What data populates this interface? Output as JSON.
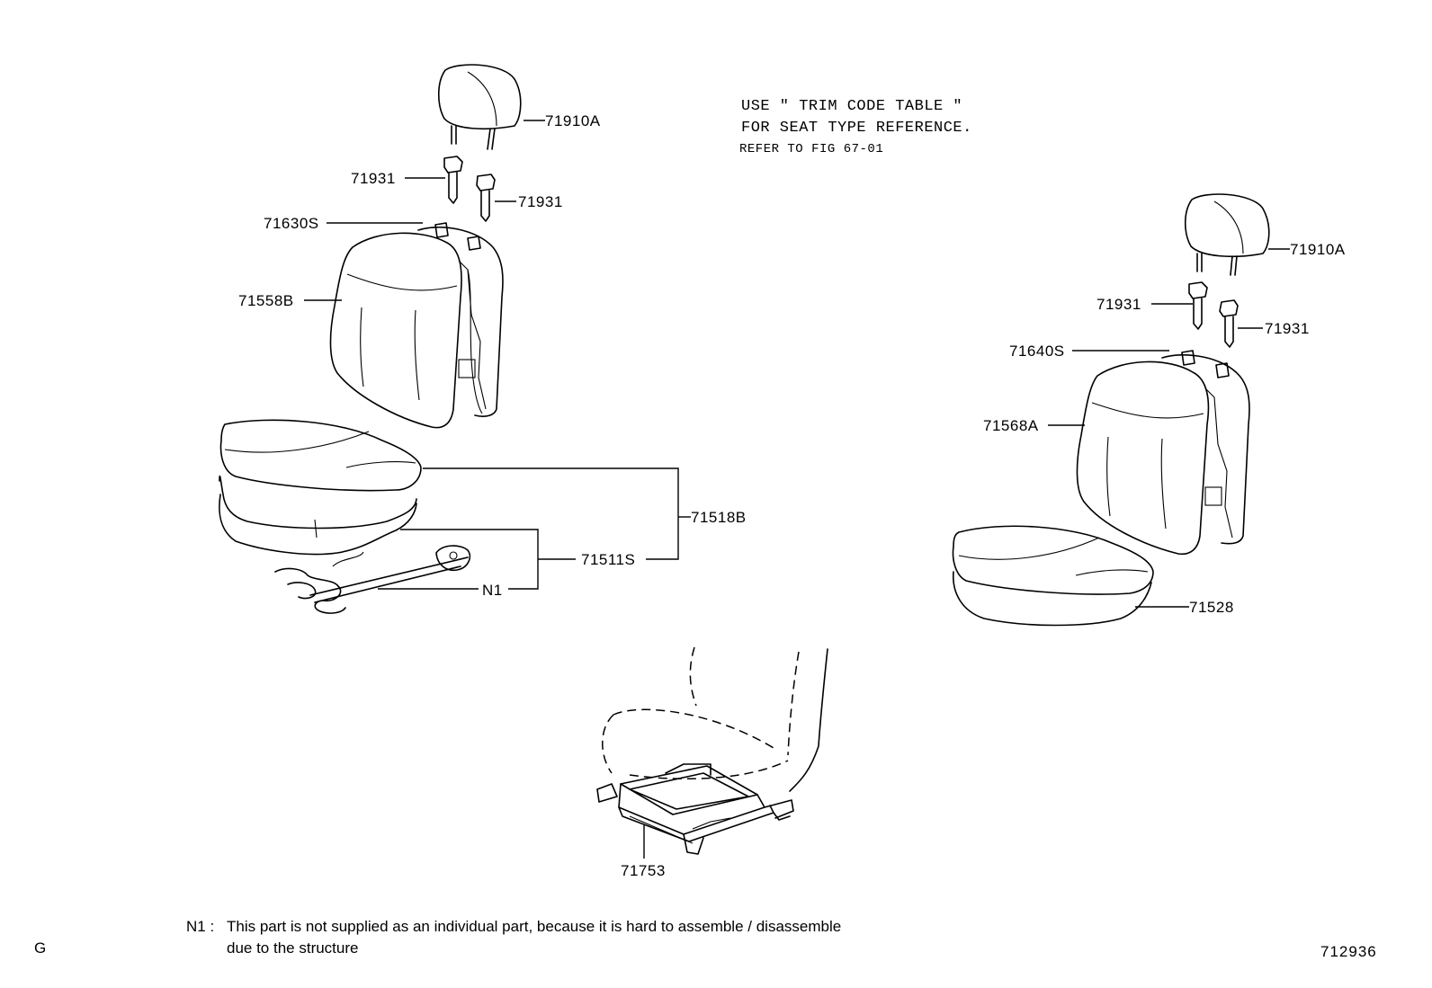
{
  "notes": {
    "line1": "USE \" TRIM CODE TABLE \"",
    "line2": "FOR SEAT TYPE REFERENCE.",
    "line3": "REFER TO FIG 67-01"
  },
  "labels": {
    "headrest_left": "71910A",
    "guide_left_a": "71931",
    "guide_left_b": "71931",
    "frame_left": "71630S",
    "back_cover_left": "71558B",
    "cushion_assy_left": "71518B",
    "cushion_frame_left": "71511S",
    "n1": "N1",
    "headrest_right": "71910A",
    "guide_right_a": "71931",
    "guide_right_b": "71931",
    "frame_right": "71640S",
    "back_cover_right": "71568A",
    "cushion_right": "71528",
    "seat_track": "71753"
  },
  "footnote": {
    "prefix": "N1 :",
    "line1": "This part is not supplied as an individual part, because it is hard to assemble / disassemble",
    "line2": "due to the structure"
  },
  "corner": {
    "left": "G",
    "right": "712936"
  }
}
